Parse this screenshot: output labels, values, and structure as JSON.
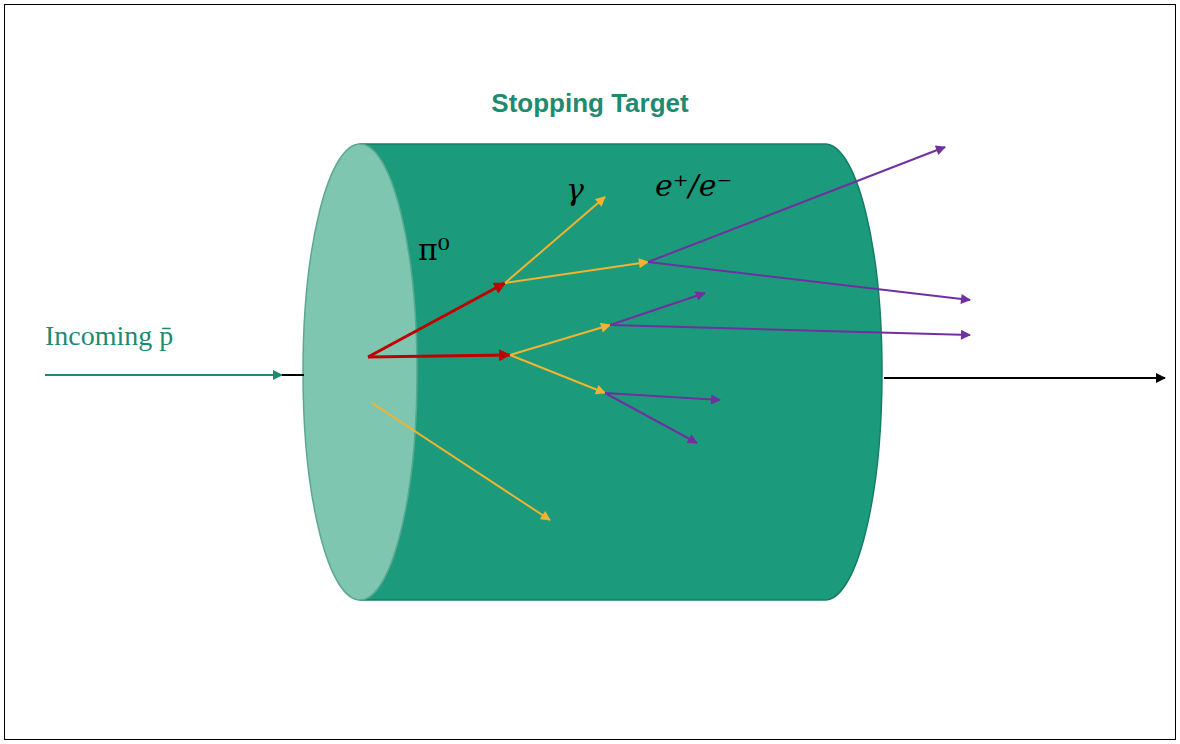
{
  "diagram": {
    "nodes": [
      {
        "text": [
          "Stopping Target"
        ]
      }
    ],
    "labels": [
      "Incoming p̄",
      "π⁰",
      "γ",
      "e⁺/e⁻"
    ]
  }
}
